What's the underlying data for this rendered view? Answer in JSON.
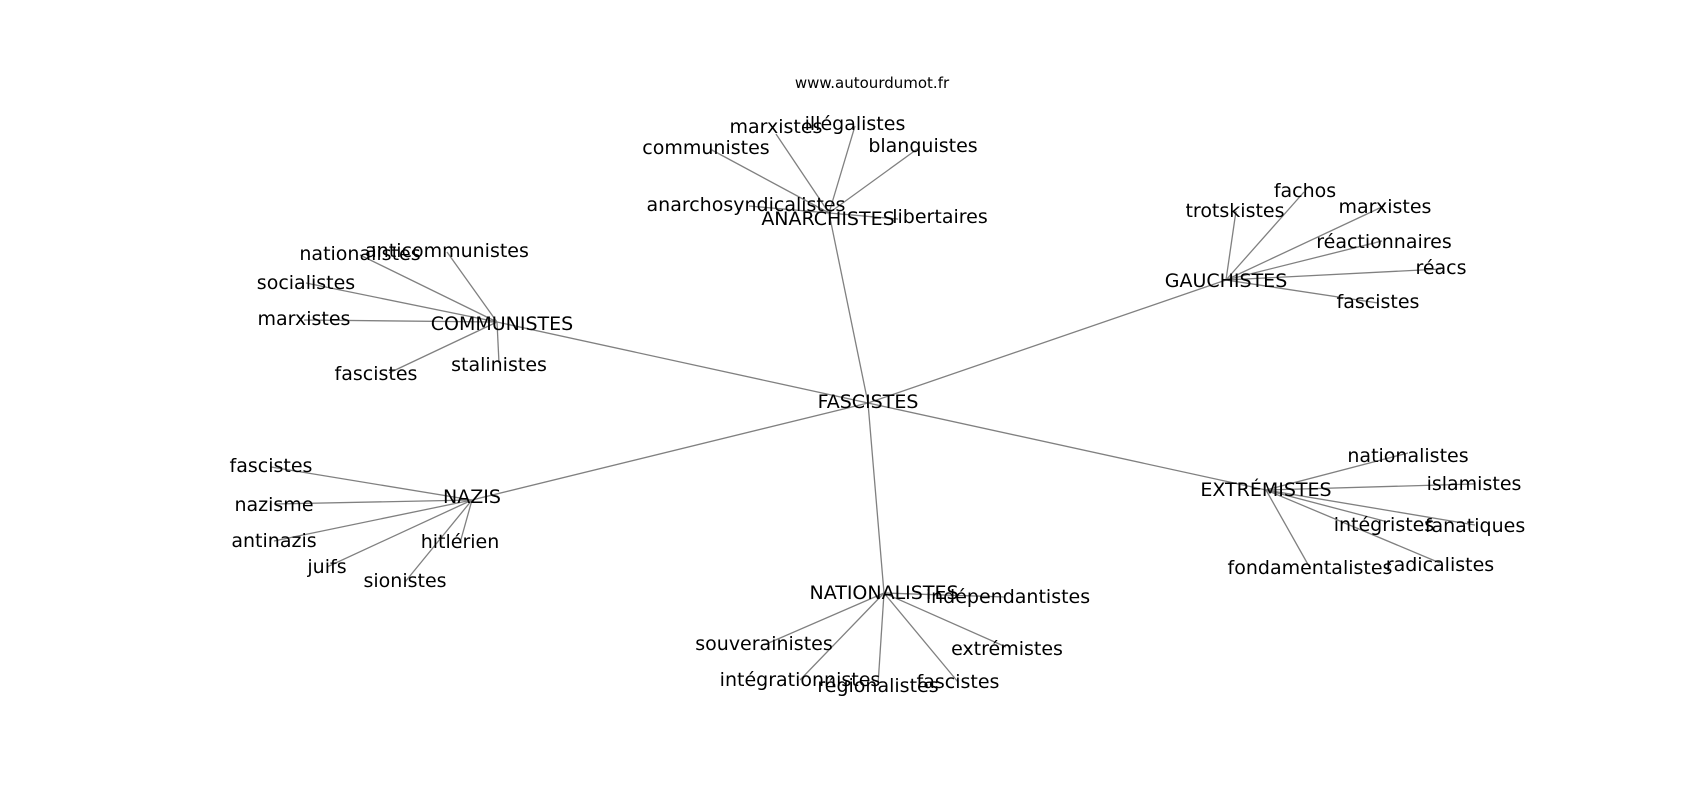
{
  "watermark": "www.autourdumot.fr",
  "center": {
    "id": "center",
    "label": "FASCISTES"
  },
  "clusters": [
    {
      "id": "communistes",
      "label": "COMMUNISTES",
      "leaves": [
        "nationalistes",
        "anticommunistes",
        "socialistes",
        "marxistes",
        "fascistes",
        "stalinistes"
      ]
    },
    {
      "id": "anarchistes",
      "label": "ANARCHISTES",
      "leaves": [
        "marxistes",
        "illégalistes",
        "communistes",
        "blanquistes",
        "anarchosyndicalistes",
        "libertaires"
      ]
    },
    {
      "id": "gauchistes",
      "label": "GAUCHISTES",
      "leaves": [
        "fachos",
        "trotskistes",
        "marxistes",
        "réactionnaires",
        "réacs",
        "fascistes"
      ]
    },
    {
      "id": "extremistes",
      "label": "EXTRÉMISTES",
      "leaves": [
        "nationalistes",
        "islamistes",
        "intégristes",
        "fanatiques",
        "radicalistes",
        "fondamentalistes"
      ]
    },
    {
      "id": "nationalistes",
      "label": "NATIONALISTES",
      "leaves": [
        "indépendantistes",
        "souverainistes",
        "extrémistes",
        "intégrationnistes",
        "régionalistes",
        "fascistes"
      ]
    },
    {
      "id": "nazis",
      "label": "NAZIS",
      "leaves": [
        "fascistes",
        "nazisme",
        "antinazis",
        "hitlérien",
        "juifs",
        "sionistes"
      ]
    }
  ]
}
